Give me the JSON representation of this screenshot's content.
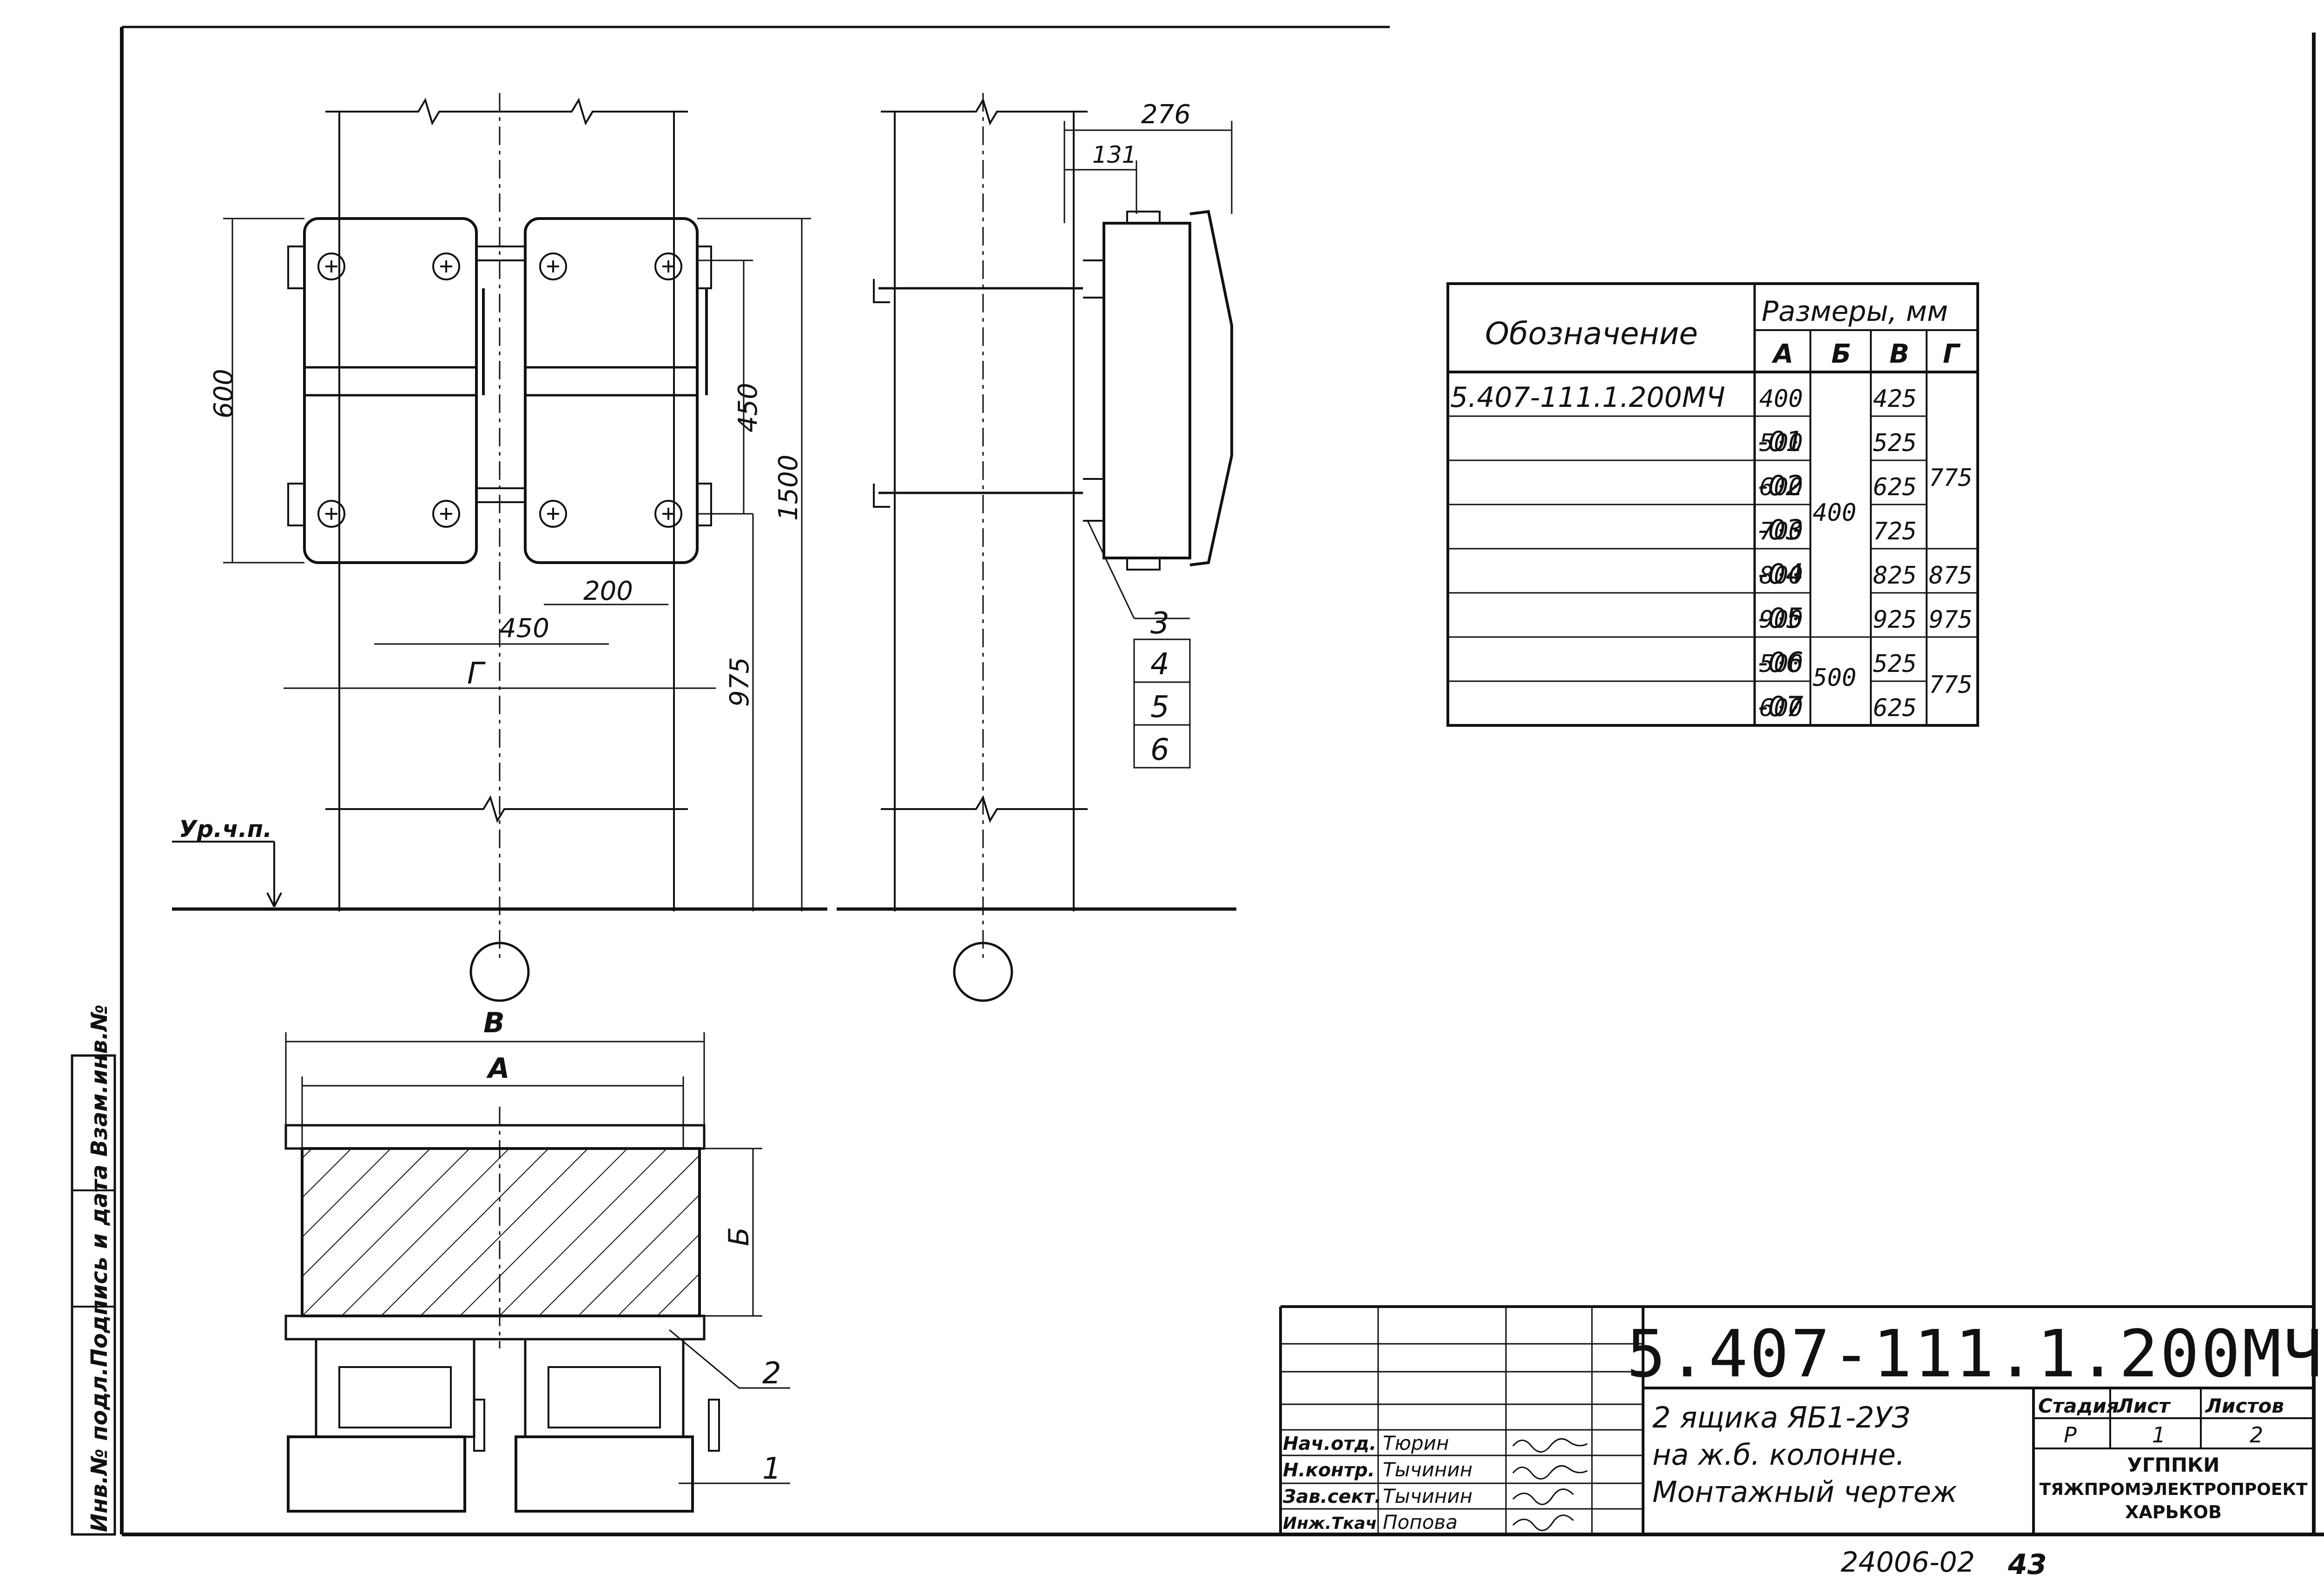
{
  "margin_stamp": {
    "text": "Инв.№ подл.Подпись и дата Взам.инв.№"
  },
  "views": {
    "front_dims": {
      "h600": "600",
      "h450": "450",
      "h1500": "1500",
      "h975": "975",
      "w200": "200",
      "w450": "450",
      "g": "Г",
      "level": "Ур.ч.п."
    },
    "side_dims": {
      "w276": "276",
      "w131": "131",
      "callouts": [
        "3",
        "4",
        "5",
        "6"
      ]
    },
    "plan_dims": {
      "v": "В",
      "a": "А",
      "b": "Б",
      "callout_2": "2",
      "callout_1": "1"
    }
  },
  "dimension_table": {
    "header_designation": "Обозначение",
    "header_sizes": "Размеры, мм",
    "columns": [
      "А",
      "Б",
      "В",
      "Г"
    ],
    "rows": [
      {
        "designation": "5.407-111.1.200МЧ",
        "a": "400",
        "v": "425"
      },
      {
        "designation": "-01",
        "a": "500",
        "v": "525"
      },
      {
        "designation": "-02",
        "a": "600",
        "v": "625"
      },
      {
        "designation": "-03",
        "a": "700",
        "v": "725"
      },
      {
        "designation": "-04",
        "a": "800",
        "v": "825"
      },
      {
        "designation": "-05",
        "a": "900",
        "v": "925"
      },
      {
        "designation": "-06",
        "a": "500",
        "v": "525"
      },
      {
        "designation": "-07",
        "a": "600",
        "v": "625"
      }
    ],
    "merged": {
      "b_400": "400",
      "b_500": "500",
      "g_775_top": "775",
      "g_875": "875",
      "g_975": "975",
      "g_775_bottom": "775"
    }
  },
  "title_block": {
    "code": "5.407-111.1.200МЧ",
    "title_lines": [
      "2 ящика ЯБ1-2УЗ",
      "на ж.б. колонне.",
      "Монтажный чертеж"
    ],
    "stage_label": "Стадия",
    "sheet_label": "Лист",
    "sheets_label": "Листов",
    "stage": "Р",
    "sheet": "1",
    "sheets": "2",
    "org_lines": [
      "УГППКИ",
      "ТЯЖПРОМЭЛЕКТРОПРОЕКТ",
      "ХАРЬКОВ"
    ],
    "people": [
      {
        "role": "Нач.отд.",
        "name": "Тюрин"
      },
      {
        "role": "Н.контр.",
        "name": "Тычинин"
      },
      {
        "role": "Зав.сект.",
        "name": "Тычинин"
      },
      {
        "role": "Инж.Ткач",
        "name": "Попова"
      }
    ],
    "bottom_note": "24006-02",
    "page_num": "43"
  }
}
